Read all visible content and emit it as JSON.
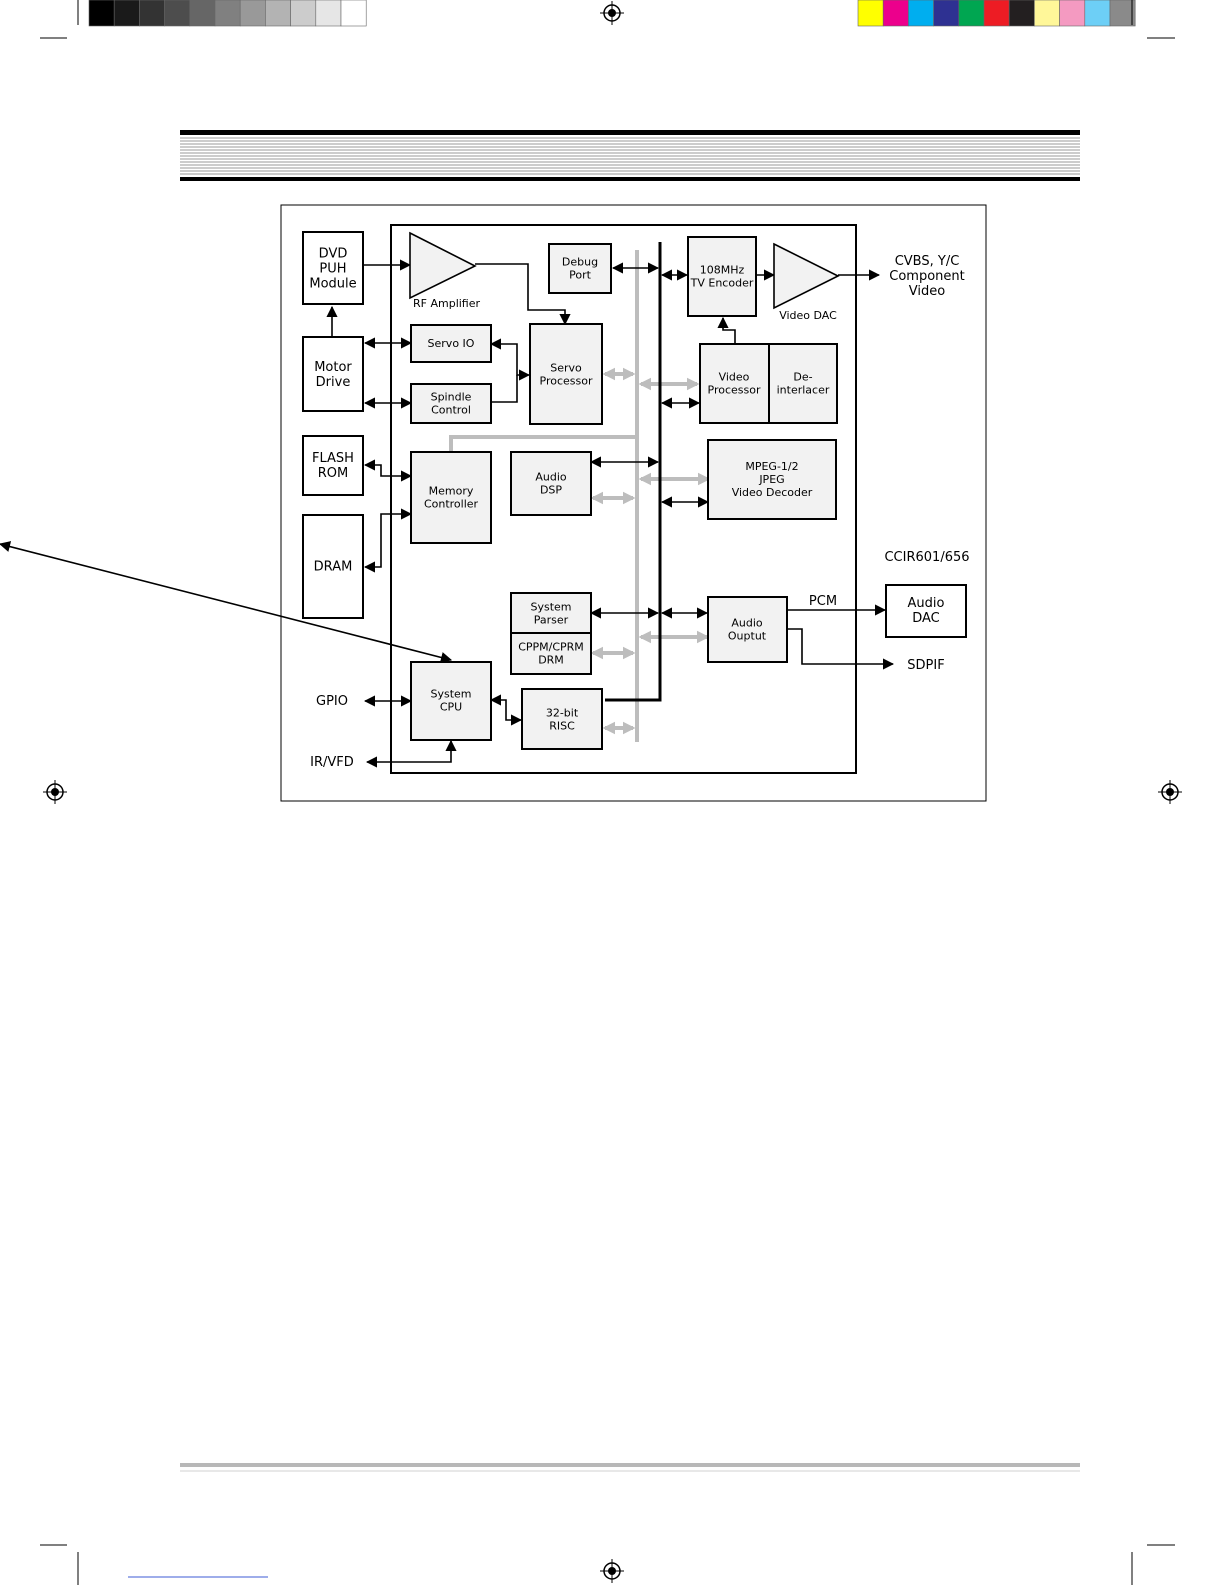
{
  "colors": {
    "gray_bar": [
      "#000000",
      "#1a1a1a",
      "#333333",
      "#4d4d4d",
      "#666666",
      "#808080",
      "#999999",
      "#b3b3b3",
      "#cccccc",
      "#e6e6e6",
      "#ffffff"
    ],
    "color_bar": [
      "#ffff00",
      "#ec008c",
      "#00aeef",
      "#2e3192",
      "#00a651",
      "#ed1c24",
      "#231f20",
      "#fff799",
      "#f49ac1",
      "#6dcff6",
      "#8a8a8a"
    ],
    "block_fill": "#f2f2f2",
    "bus_gray": "#bdbdbd"
  },
  "icons": {
    "registration_mark": "registration-target-icon",
    "crop_mark": "crop-mark-icon"
  },
  "diagram": {
    "blocks": {
      "dvd_puh": [
        "DVD",
        "PUH",
        "Module"
      ],
      "motor_drive": [
        "Motor",
        "Drive"
      ],
      "flash_rom": [
        "FLASH",
        "ROM"
      ],
      "dram": [
        "DRAM"
      ],
      "servo_io": [
        "Servo IO"
      ],
      "spindle_control": [
        "Spindle",
        "Control"
      ],
      "servo_processor": [
        "Servo",
        "Processor"
      ],
      "debug_port": [
        "Debug",
        "Port"
      ],
      "memory_controller": [
        "Memory",
        "Controller"
      ],
      "audio_dsp": [
        "Audio",
        "DSP"
      ],
      "tv_encoder": [
        "108MHz",
        "TV Encoder"
      ],
      "video_processor": [
        "Video",
        "Processor"
      ],
      "deinterlacer": [
        "De-",
        "interlacer"
      ],
      "mpeg_decoder": [
        "MPEG-1/2",
        "JPEG",
        "Video Decoder"
      ],
      "system_parser": [
        "System",
        "Parser"
      ],
      "cppm_drm": [
        "CPPM/CPRM",
        "DRM"
      ],
      "audio_output": [
        "Audio",
        "Ouptut"
      ],
      "system_cpu": [
        "System",
        "CPU"
      ],
      "risc": [
        "32-bit",
        "RISC"
      ],
      "audio_dac": [
        "Audio",
        "DAC"
      ]
    },
    "labels": {
      "rf_amplifier": "RF Amplifier",
      "video_dac": "Video DAC",
      "cvbs_out": [
        "CVBS, Y/C",
        "Component",
        "Video"
      ],
      "ccir": "CCIR601/656",
      "pcm": "PCM",
      "sdpif": "SDPIF",
      "gpio": "GPIO",
      "ir_vfd": "IR/VFD"
    }
  }
}
